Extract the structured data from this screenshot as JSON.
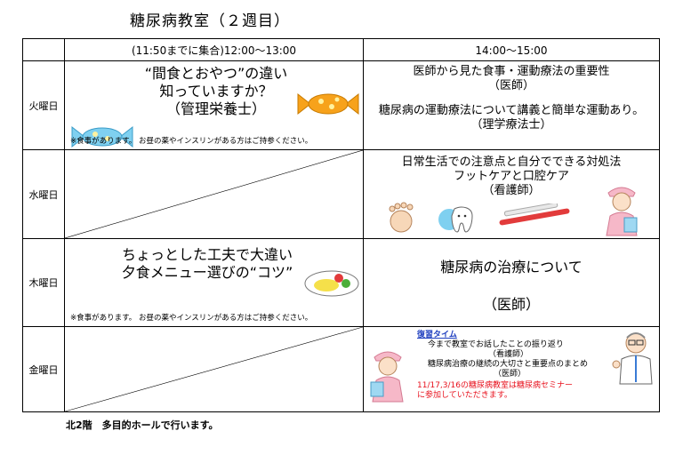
{
  "page": {
    "title": "糖尿病教室（２週目）"
  },
  "header": {
    "am": "(11:50までに集合)12:00〜13:00",
    "pm": "14:00〜15:00"
  },
  "days": [
    "火曜日",
    "水曜日",
    "木曜日",
    "金曜日"
  ],
  "tuesday": {
    "am": {
      "line1": "“間食とおやつ”の違い",
      "line2": "知っていますか？",
      "line3": "（管理栄養士）",
      "note": "※食事があります。 お昼の薬やインスリンがある方はご持参ください。"
    },
    "pm": {
      "line1": "医師から見た食事・運動療法の重要性",
      "line2": "（医師）",
      "line3": "糖尿病の運動療法について講義と簡単な運動あり。",
      "line4": "（理学療法士）"
    }
  },
  "wednesday": {
    "pm": {
      "line1": "日常生活での注意点と自分でできる対処法",
      "line2": "フットケアと口腔ケア",
      "line3": "（看護師）"
    }
  },
  "thursday": {
    "am": {
      "line1": "ちょっとした工夫で大違い",
      "line2": "夕食メニュー選びの“コツ”",
      "note": "※食事があります。 お昼の薬やインスリンがある方はご持参ください。"
    },
    "pm": {
      "line1": "糖尿病の治療について",
      "line2": "（医師）"
    }
  },
  "friday": {
    "pm": {
      "heading": "復習タイム",
      "line1": "今まで教室でお話したことの振り返り",
      "line2": "（看護師）",
      "line3": "糖尿病治療の継続の大切さと重要点のまとめ",
      "line4": "（医師）",
      "notice1": "11/17,3/16の糖尿病教室は糖尿病セミナー",
      "notice2": "に参加していただきます。"
    }
  },
  "footer": "北2階　多目的ホールで行います。",
  "colors": {
    "notice_red": "#e8111d",
    "heading_blue": "#1f3fbf",
    "candy_orange": "#f7a21b",
    "candy_blue": "#7fd0f0"
  },
  "illustrations": [
    "candy-orange-icon",
    "candy-blue-icon",
    "foot-icon",
    "tooth-icon",
    "toothbrush-icon",
    "nurse-icon",
    "meal-plate-icon",
    "doctor-icon"
  ]
}
